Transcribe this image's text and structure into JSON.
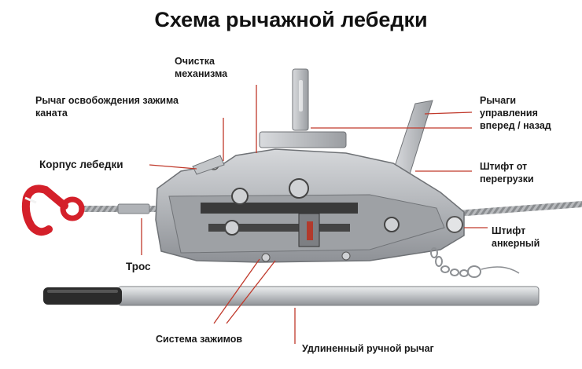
{
  "title": "Схема рычажной лебедки",
  "labels": {
    "cleaning": [
      "Очистка",
      "механизма"
    ],
    "release_lever": [
      "Рычаг освобождения зажима",
      "каната"
    ],
    "body": [
      "Корпус лебедки"
    ],
    "rope": [
      "Трос"
    ],
    "clamps": [
      "Система зажимов"
    ],
    "control_levers": [
      "Рычаги",
      "управления",
      "вперед / назад"
    ],
    "overload_pin": [
      "Штифт от",
      "перегрузки"
    ],
    "anchor_pin": [
      "Штифт",
      "анкерный"
    ],
    "handle": [
      "Удлиненный ручной рычаг"
    ]
  },
  "colors": {
    "leader": "#c0392b",
    "hook": "#d4202a",
    "body": "#b9bcc0",
    "handle": "#c7cacd",
    "grip": "#2b2b2b"
  }
}
